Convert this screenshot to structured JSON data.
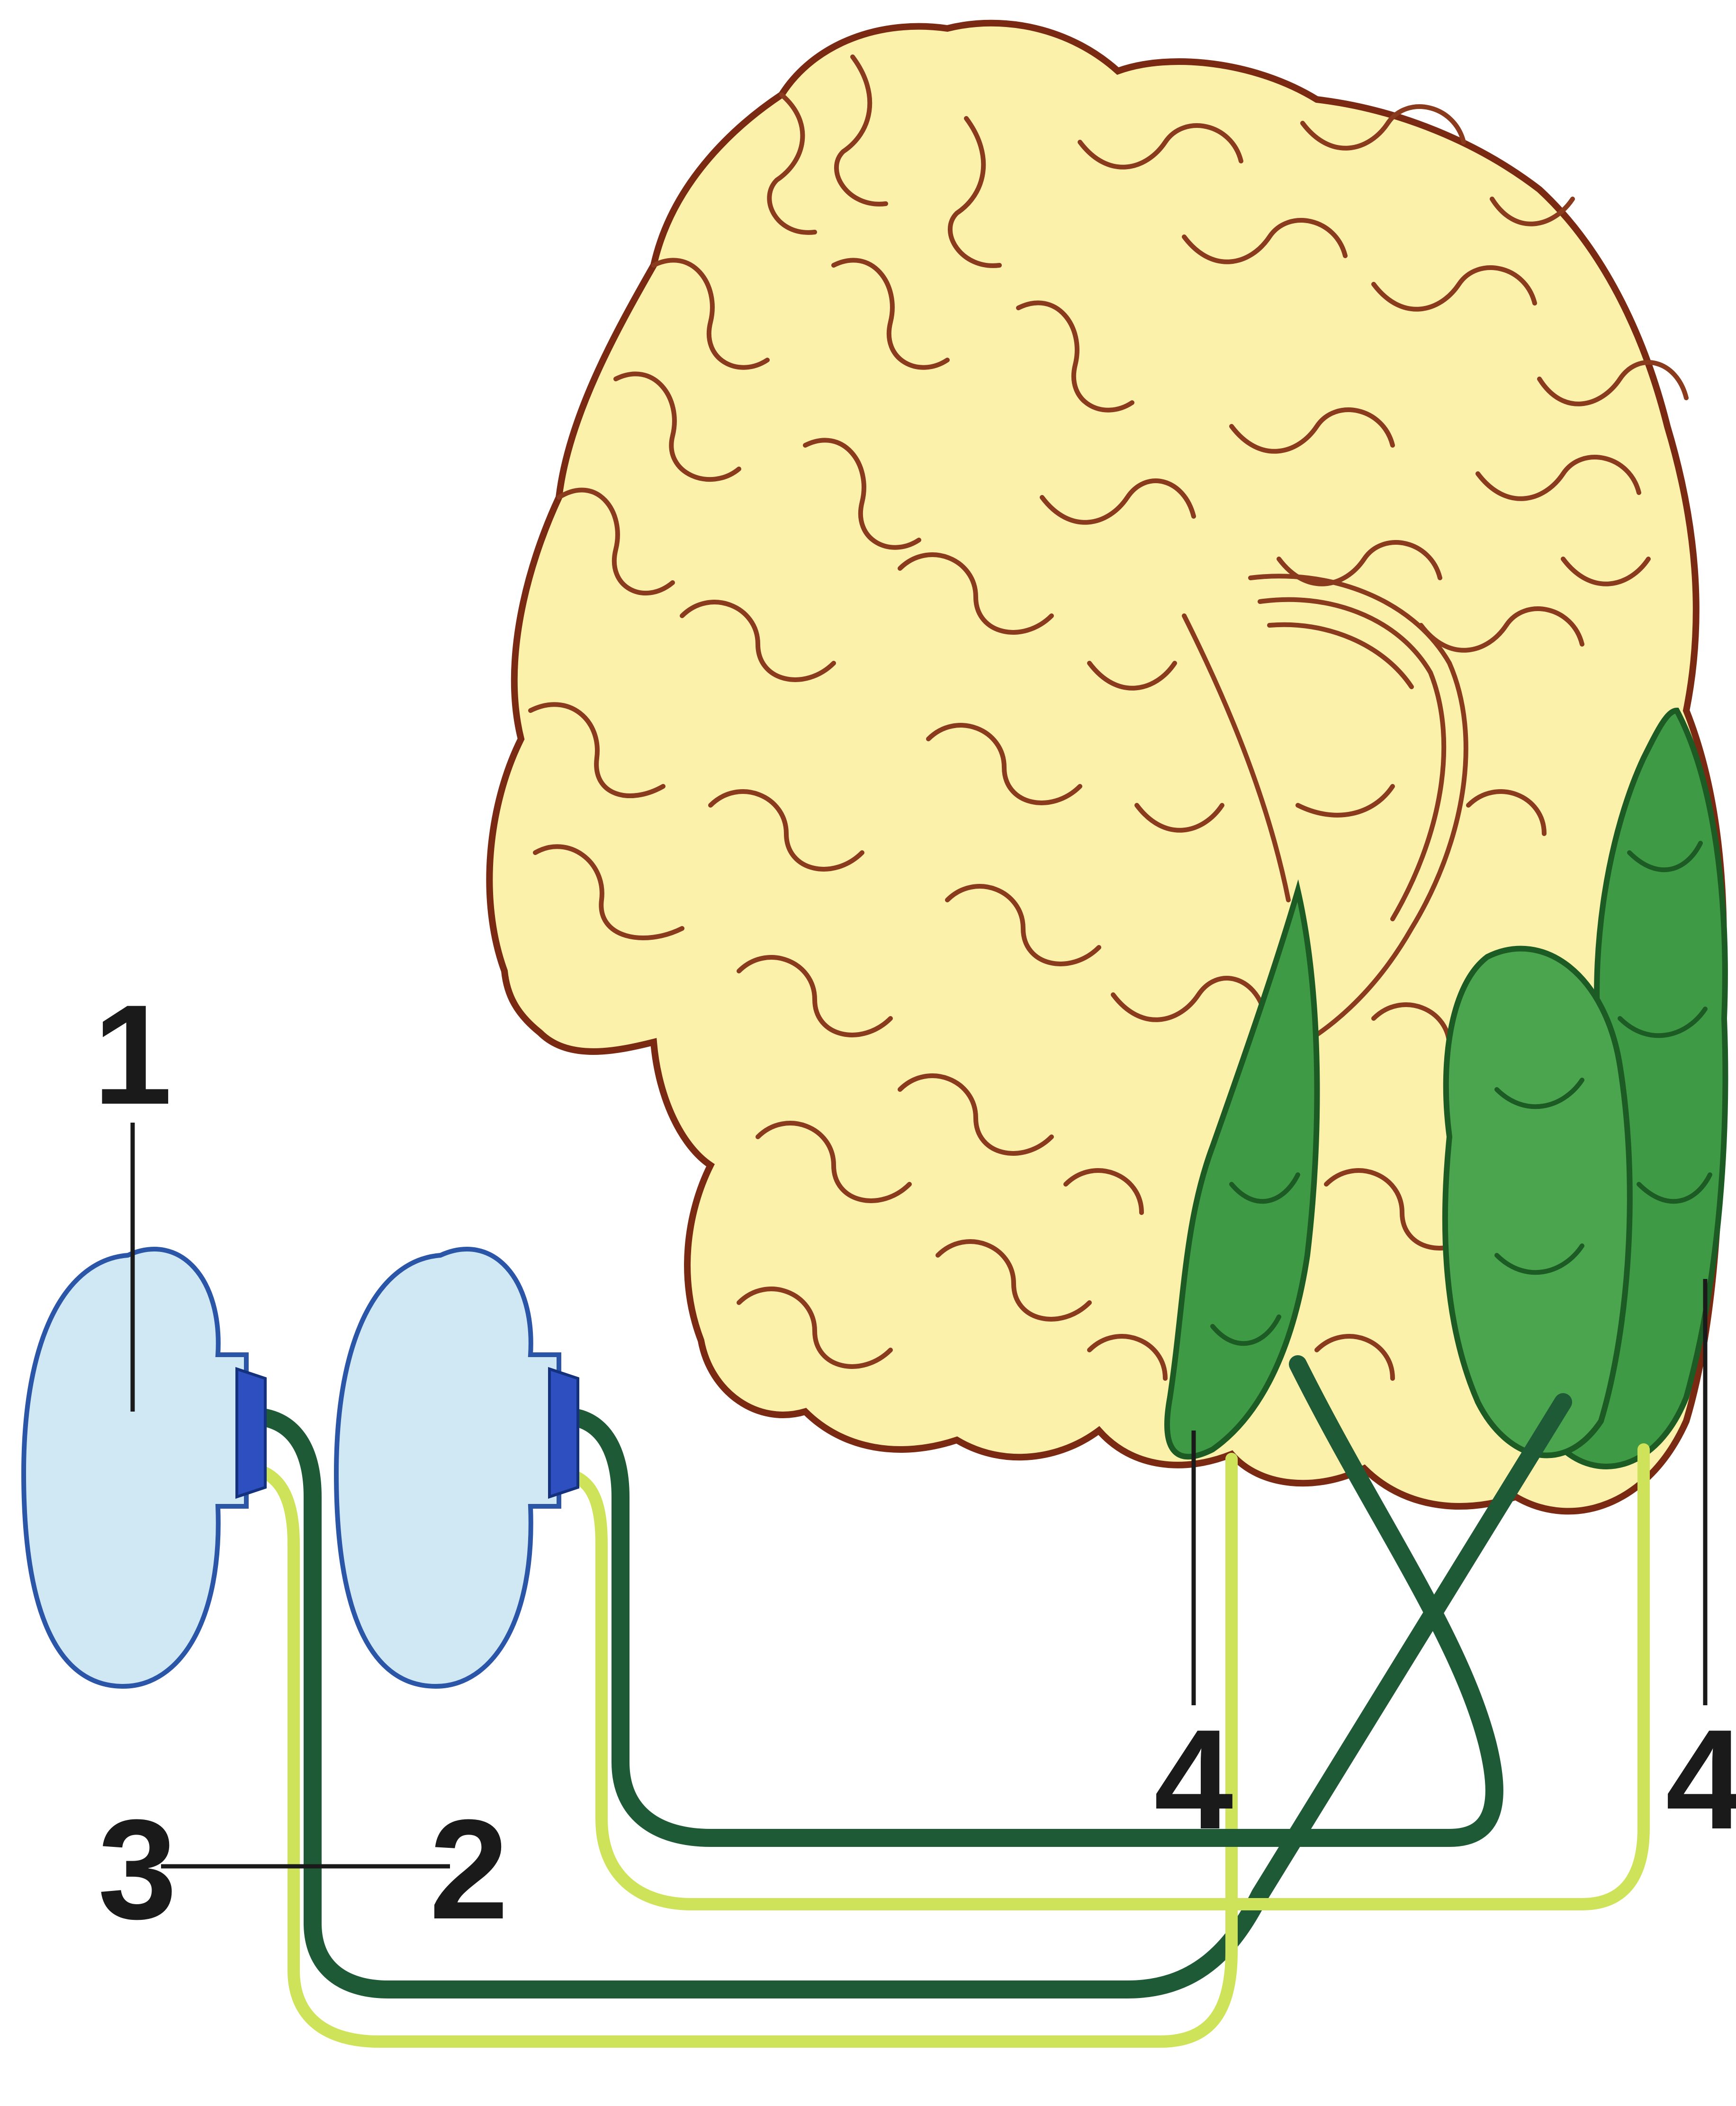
{
  "labels": {
    "eyeball": "1",
    "nerve_fibers_crossed": "2",
    "nerve_fibers_uncrossed": "3",
    "visual_cortex_left": "4",
    "visual_cortex_right": "4"
  },
  "colors": {
    "brain_fill": "#fbf1aa",
    "brain_outline": "#7a2a12",
    "cortex_green": "#3f9a45",
    "dark_nerve": "#1f5a37",
    "light_nerve": "#cfe35a",
    "eye_fill": "#cfe8f4",
    "eye_outline": "#2b56a8"
  }
}
